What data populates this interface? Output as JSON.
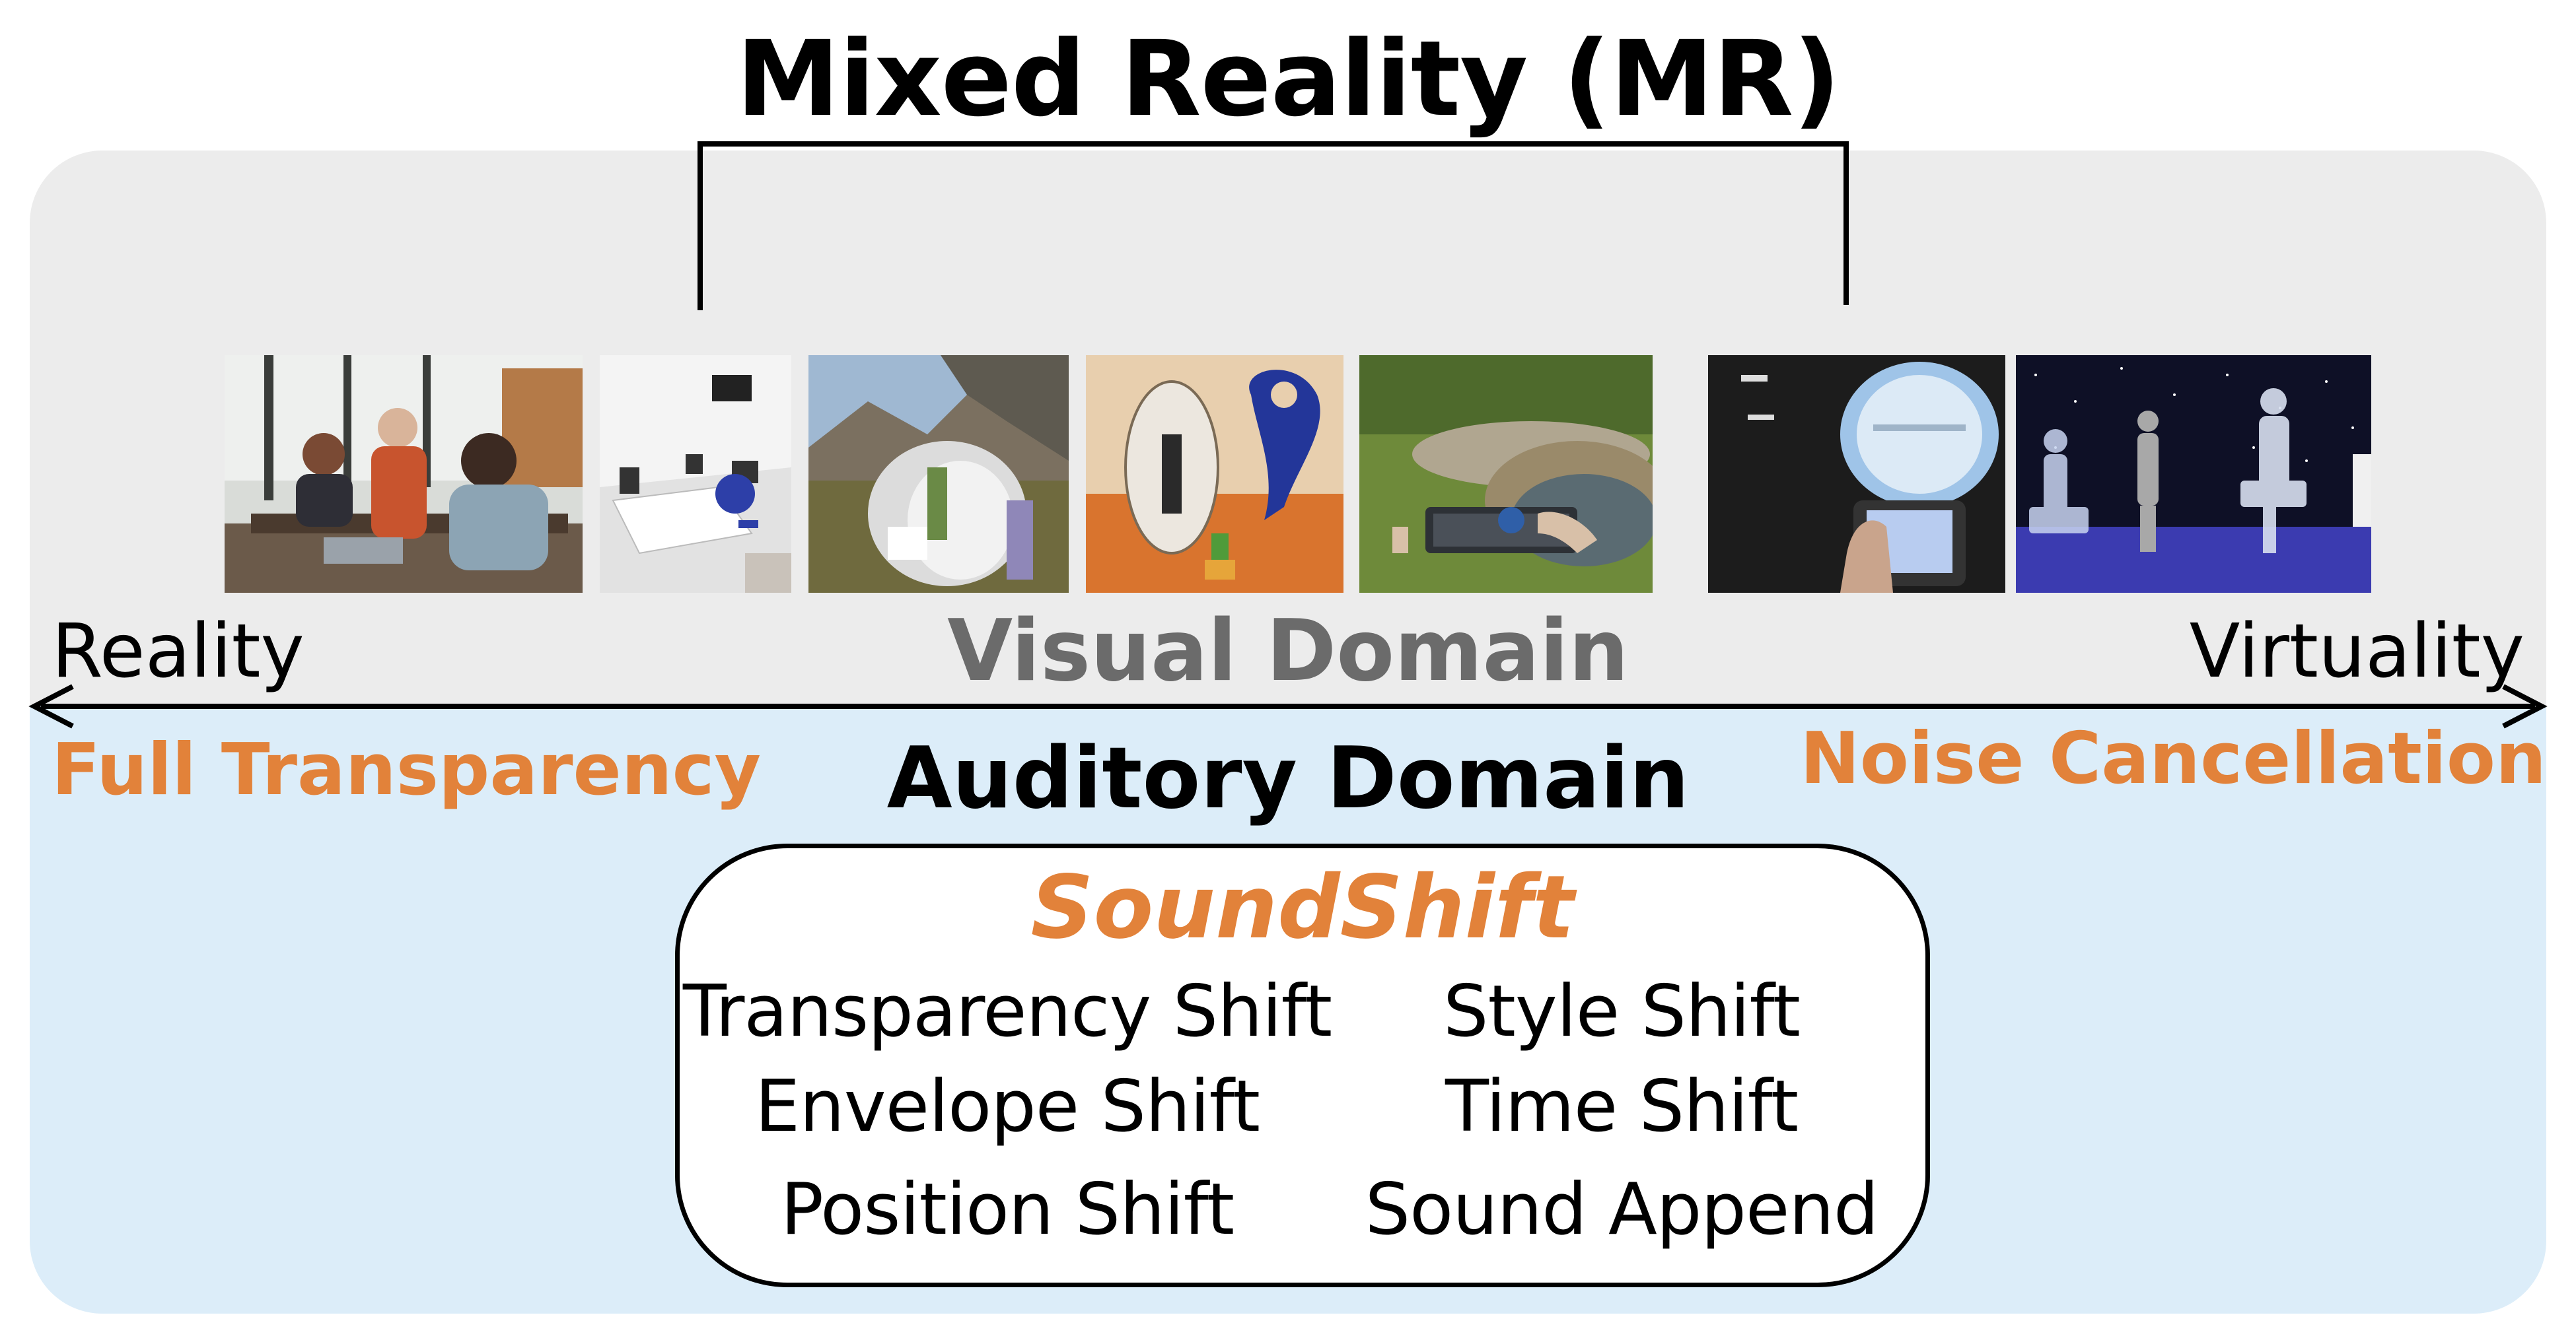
{
  "title": "Mixed Reality (MR)",
  "axis": {
    "left_label": "Reality",
    "right_label": "Virtuality"
  },
  "visual_domain": {
    "label": "Visual Domain"
  },
  "auditory_domain": {
    "label": "Auditory Domain",
    "left_label": "Full Transparency",
    "right_label": "Noise Cancellation"
  },
  "soundshift": {
    "title": "SoundShift",
    "techniques": [
      "Transparency Shift",
      "Style Shift",
      "Envelope Shift",
      "Time Shift",
      "Position Shift",
      "Sound Append"
    ]
  },
  "colors": {
    "accent_orange": "#e2823a",
    "visual_panel": "#ececec",
    "auditory_panel": "#dcedf9",
    "visual_label": "#6b6b6b"
  },
  "icons": [
    "office-meeting-photo",
    "white-room-vr-photo",
    "mountain-portal-photo",
    "mars-portal-photo",
    "keyboard-vr-photo",
    "headset-phone-photo",
    "avatars-space-photo"
  ]
}
